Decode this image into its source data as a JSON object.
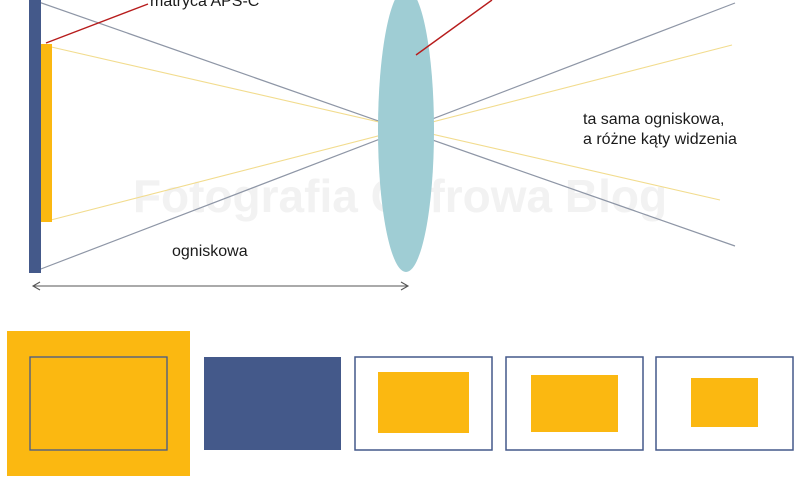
{
  "labels": {
    "sensor_label": "matryca APS-C",
    "focal_length": "ogniskowa",
    "caption_line1": "ta sama ogniskowa,",
    "caption_line2": "a różne kąty widzenia",
    "watermark": "Fotografia Cyfrowa Blog"
  },
  "colors": {
    "full_frame_sensor": "#44598a",
    "aps_c_sensor": "#fbb811",
    "lens": "#9fcdd4",
    "full_frame_rays": "#8e96a6",
    "aps_c_rays": "#f2dc8e",
    "pointer": "#b71c1c",
    "frame_border": "#44598a",
    "dimension_line": "#555555"
  },
  "icons": {
    "lens": "convex-lens-icon",
    "dimension": "double-arrow-icon"
  }
}
